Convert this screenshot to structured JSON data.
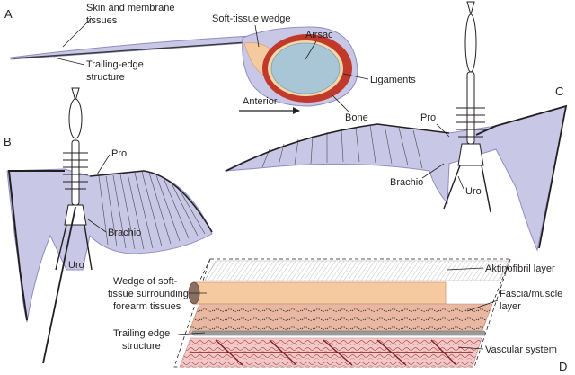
{
  "panels": {
    "a": "A",
    "b": "B",
    "c": "C",
    "d": "D"
  },
  "panel_a": {
    "skin_label_line1": "Skin and membrane",
    "skin_label_line2": "tissues",
    "trailing_label_line1": "Trailing-edge",
    "trailing_label_line2": "structure",
    "wedge_label": "Soft-tissue wedge",
    "airsac_label": "Airsac",
    "ligaments_label": "Ligaments",
    "bone_label": "Bone",
    "anterior_label": "Anterior"
  },
  "panel_b": {
    "pro_label": "Pro",
    "brachio_label": "Brachio",
    "uro_label": "Uro"
  },
  "panel_c": {
    "pro_label": "Pro",
    "brachio_label": "Brachio",
    "uro_label": "Uro"
  },
  "panel_d": {
    "aktinofibril_label": "Aktinofibril layer",
    "wedge_line1": "Wedge of soft-",
    "wedge_line2": "tissue surrounding",
    "wedge_line3": "forearm tissues",
    "fascia_line1": "Fascia/muscle",
    "fascia_line2": "layer",
    "trailing_line1": "Trailing edge",
    "trailing_line2": "structure",
    "vascular_label": "Vascular system"
  },
  "colors": {
    "membrane": "#c9c7e6",
    "membrane_edge": "#8f8cc4",
    "bone": "#c0392b",
    "airsac": "#a9c6d6",
    "wedge": "#f6caa0",
    "muscle": "#e8b8a2",
    "vascular": "#f2c9c9"
  }
}
